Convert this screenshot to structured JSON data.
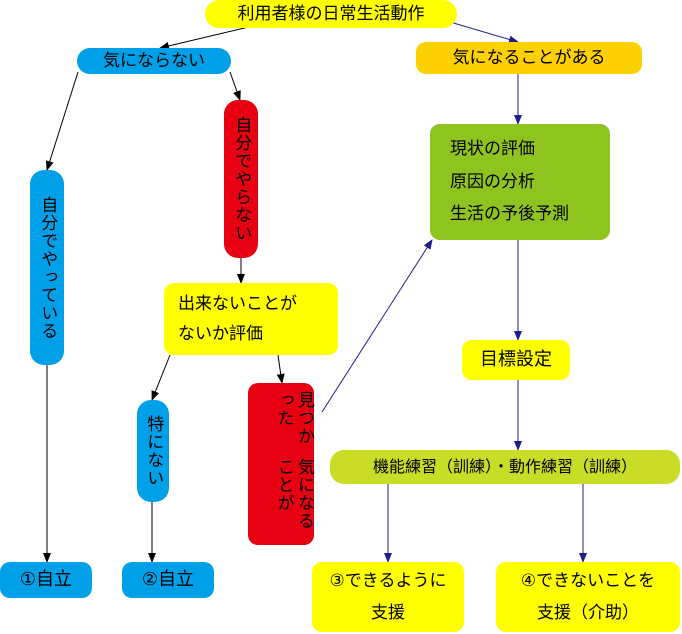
{
  "colors": {
    "yellow": "#ffff00",
    "blue": "#00a0e9",
    "red": "#e60012",
    "orange": "#fdd000",
    "green": "#8fc31f",
    "olive": "#c9dc26",
    "line_black": "#000000",
    "line_navy": "#1d2088"
  },
  "nodes": {
    "root": "利用者様の日常生活動作",
    "no_concern": "気にならない",
    "has_concern": "気になることがある",
    "self_not_doing": "自分でやらない",
    "self_doing": "自分でやっている",
    "eval_line1": "出来ないことが",
    "eval_line2": "ないか評価",
    "found_col1": "気になることが",
    "found_col2": "見つかった",
    "nothing": "特にない",
    "analysis_line1": "現状の評価",
    "analysis_line2": "原因の分析",
    "analysis_line3": "生活の予後予測",
    "goal": "目標設定",
    "training": "機能練習（訓練）・動作練習（訓練）",
    "indep1": "①自立",
    "indep2": "②自立",
    "support3_line1": "③できるように",
    "support3_line2": "支援",
    "support4_line1": "④できないことを",
    "support4_line2": "支援（介助）"
  }
}
